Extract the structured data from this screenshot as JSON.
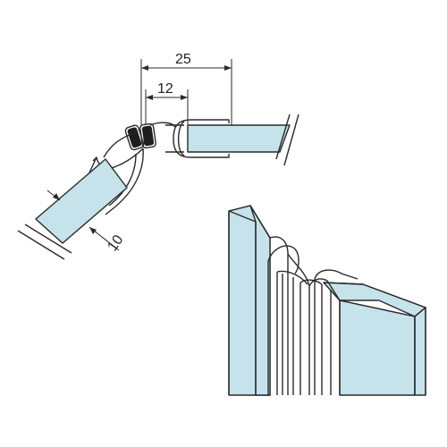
{
  "colors": {
    "glass": "#c6e3ec",
    "outline": "#2a2a2a",
    "magnet": "#1e1e1e",
    "background": "#ffffff"
  },
  "dimensions": {
    "width_total": "25",
    "width_magnet": "12",
    "glass_thickness": "10"
  }
}
